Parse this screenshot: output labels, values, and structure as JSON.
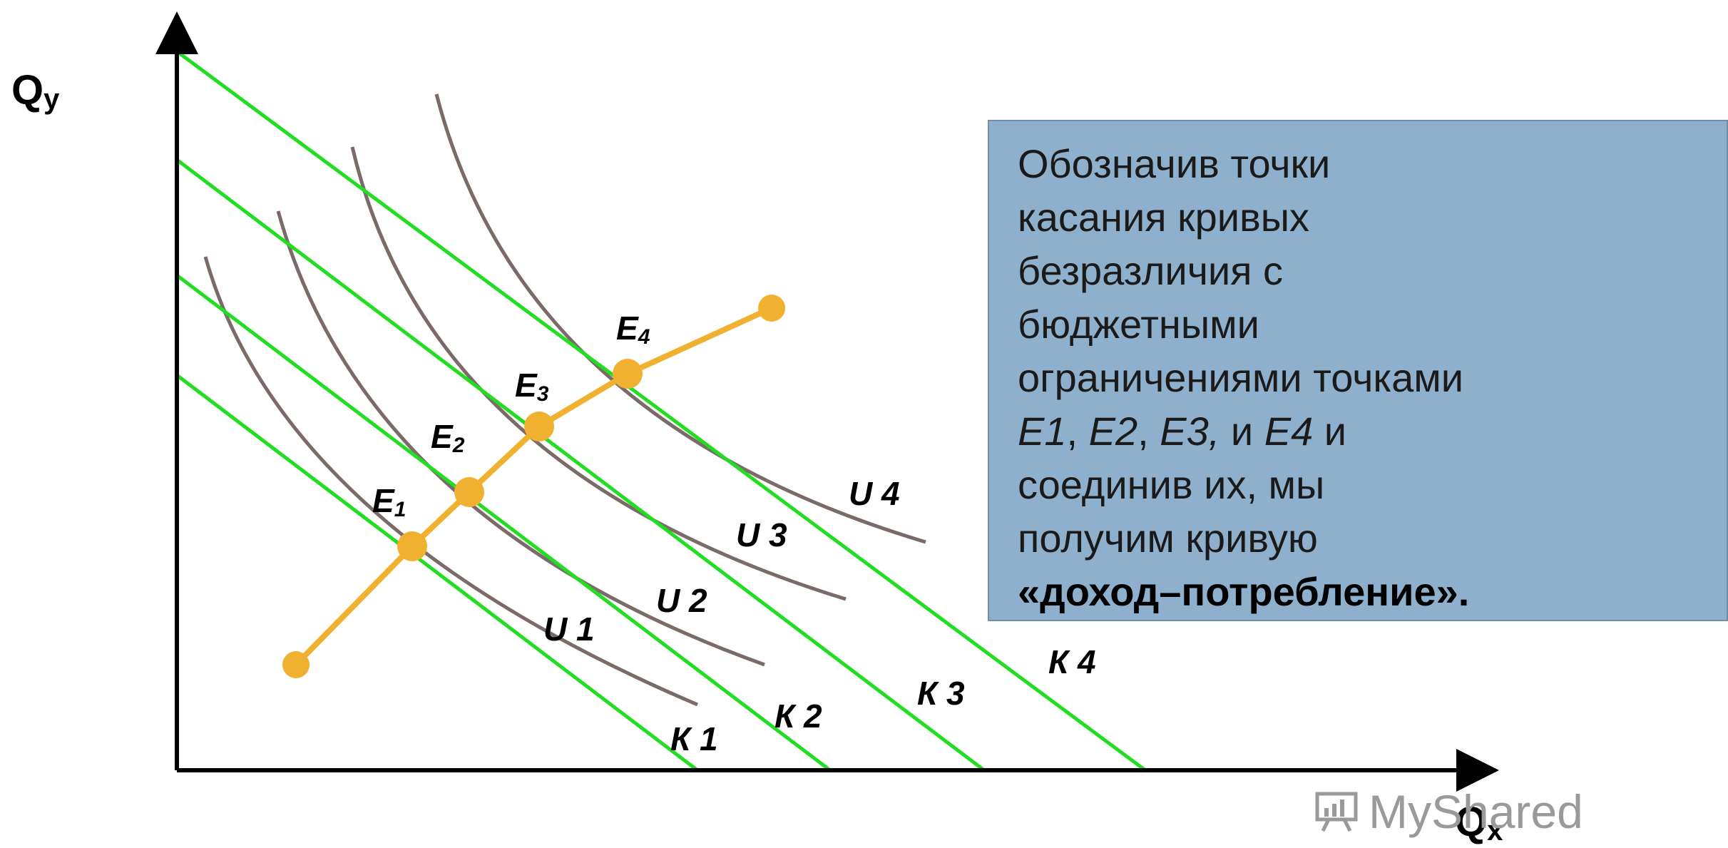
{
  "axes": {
    "y_main": "Q",
    "y_sub": "y",
    "x_main": "Q",
    "x_sub": "x"
  },
  "budget_lines": [
    {
      "id": "k1",
      "label": "К 1"
    },
    {
      "id": "k2",
      "label": "К 2"
    },
    {
      "id": "k3",
      "label": "К 3"
    },
    {
      "id": "k4",
      "label": "К 4"
    }
  ],
  "indifference_curves": [
    {
      "id": "u1",
      "label": "U 1"
    },
    {
      "id": "u2",
      "label": "U 2"
    },
    {
      "id": "u3",
      "label": "U 3"
    },
    {
      "id": "u4",
      "label": "U 4"
    }
  ],
  "tangency_points": [
    {
      "id": "e1",
      "main": "E",
      "sub": "1"
    },
    {
      "id": "e2",
      "main": "E",
      "sub": "2"
    },
    {
      "id": "e3",
      "main": "E",
      "sub": "3"
    },
    {
      "id": "e4",
      "main": "E",
      "sub": "4"
    }
  ],
  "note": {
    "line1": "Обозначив точки",
    "line2": "касания кривых",
    "line3": "безразличия с",
    "line4": "бюджетными",
    "line5": "ограничениями точками",
    "line6_e1": "E1",
    "line6_sep1": ", ",
    "line6_e2": "E2",
    "line6_sep2": ", ",
    "line6_e3": "E3,",
    "line6_and": " и ",
    "line6_e4": "E4",
    "line6_end": " и",
    "line7": "соединив их, мы",
    "line8": "получим кривую",
    "line9": "«доход–потребление»."
  },
  "watermark": {
    "text": "MyShared"
  },
  "colors": {
    "budget_line": "#22dd22",
    "indifference_curve": "#7a6b68",
    "income_consumption_curve": "#f0b030",
    "note_background": "#8fb0cc",
    "axis": "#000000"
  }
}
